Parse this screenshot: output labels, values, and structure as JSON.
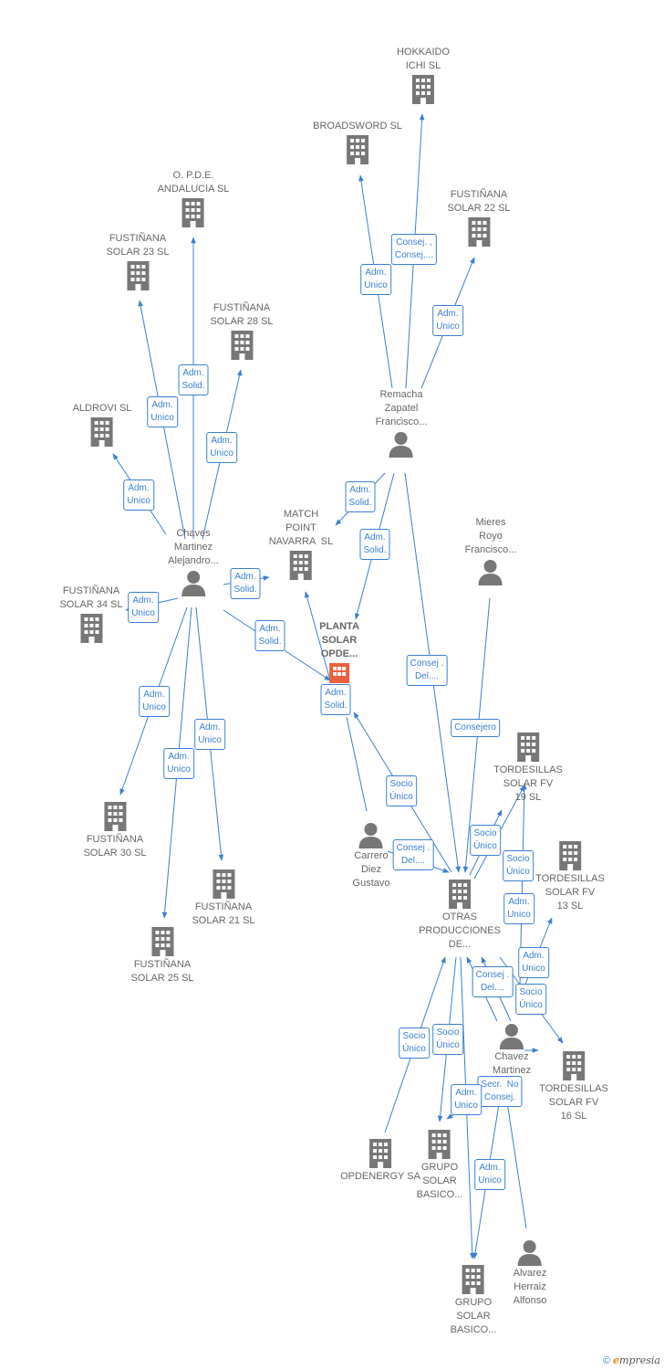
{
  "colors": {
    "edge": "#3b7fd0",
    "building": "#777777",
    "focus": "#e8603c",
    "person": "#777777",
    "text": "#666666"
  },
  "nodes": [
    {
      "id": "hokkaido",
      "label": "HOKKAIDO\nICHI SL",
      "type": "company"
    },
    {
      "id": "broadsword",
      "label": "BROADSWORD SL",
      "type": "company"
    },
    {
      "id": "fust22",
      "label": "FUSTIÑANA\nSOLAR 22 SL",
      "type": "company"
    },
    {
      "id": "opde",
      "label": "O. P.D.E.\nANDALUCIA SL",
      "type": "company"
    },
    {
      "id": "fust23",
      "label": "FUSTIÑANA\nSOLAR 23 SL",
      "type": "company"
    },
    {
      "id": "fust28",
      "label": "FUSTIÑANA\nSOLAR 28 SL",
      "type": "company"
    },
    {
      "id": "aldrovi",
      "label": "ALDROVI SL",
      "type": "company"
    },
    {
      "id": "remacha",
      "label": "Remacha\nZapatel\nFrancisco...",
      "type": "person"
    },
    {
      "id": "chaves",
      "label": "Chaves\nMartinez\nAlejandro...",
      "type": "person"
    },
    {
      "id": "match",
      "label": "MATCH\nPOINT\nNAVARRA  SL",
      "type": "company"
    },
    {
      "id": "mieres",
      "label": "Mieres\nRoyo\nFrancisco...",
      "type": "person"
    },
    {
      "id": "fust34",
      "label": "FUSTIÑANA\nSOLAR 34 SL",
      "type": "company"
    },
    {
      "id": "planta",
      "label": "PLANTA\nSOLAR\nOPDE...",
      "type": "focus"
    },
    {
      "id": "tord19",
      "label": "TORDESILLAS\nSOLAR FV\n19 SL",
      "type": "company"
    },
    {
      "id": "fust30",
      "label": "FUSTIÑANA\nSOLAR 30 SL",
      "type": "company"
    },
    {
      "id": "carrero",
      "label": "Carrero\nDiez\nGustavo",
      "type": "person"
    },
    {
      "id": "tord13",
      "label": "TORDESILLAS\nSOLAR FV\n13 SL",
      "type": "company"
    },
    {
      "id": "fust21",
      "label": "FUSTIÑANA\nSOLAR 21 SL",
      "type": "company"
    },
    {
      "id": "otras",
      "label": "OTRAS\nPRODUCCIONES\nDE...",
      "type": "company"
    },
    {
      "id": "fust25",
      "label": "FUSTIÑANA\nSOLAR 25 SL",
      "type": "company"
    },
    {
      "id": "chavezp",
      "label": "Chavez\nMartinez\np...",
      "type": "person"
    },
    {
      "id": "tord16",
      "label": "TORDESILLAS\nSOLAR FV\n16 SL",
      "type": "company"
    },
    {
      "id": "opdenergy",
      "label": "OPDENERGY SA",
      "type": "company"
    },
    {
      "id": "grupo1",
      "label": "GRUPO\nSOLAR\nBASICO...",
      "type": "company"
    },
    {
      "id": "alvarez",
      "label": "Alvarez\nHerraiz\nAlfonso",
      "type": "person"
    },
    {
      "id": "grupo2",
      "label": "GRUPO\nSOLAR\nBASICO...",
      "type": "company"
    }
  ],
  "relations": [
    {
      "id": "r1",
      "label": "Consej. ,\nConsej...."
    },
    {
      "id": "r2",
      "label": "Adm.\nUnico"
    },
    {
      "id": "r3",
      "label": "Adm.\nUnico"
    },
    {
      "id": "r4",
      "label": "Adm.\nSolid."
    },
    {
      "id": "r5",
      "label": "Adm.\nUnico"
    },
    {
      "id": "r6",
      "label": "Adm.\nUnico"
    },
    {
      "id": "r7",
      "label": "Adm.\nUnico"
    },
    {
      "id": "r8",
      "label": "Adm.\nSolid."
    },
    {
      "id": "r9",
      "label": "Adm.\nSolid."
    },
    {
      "id": "r10",
      "label": "Adm.\nSolid."
    },
    {
      "id": "r11",
      "label": "Adm.\nUnico"
    },
    {
      "id": "r12",
      "label": "Adm.\nSolid."
    },
    {
      "id": "r13",
      "label": "Consej .\nDel...."
    },
    {
      "id": "r14",
      "label": "Adm.\nSolid."
    },
    {
      "id": "r15",
      "label": "Adm.\nUnico"
    },
    {
      "id": "r16",
      "label": "Consejero"
    },
    {
      "id": "r17",
      "label": "Adm.\nUnico"
    },
    {
      "id": "r18",
      "label": "Adm.\nUnico"
    },
    {
      "id": "r19",
      "label": "Socio\nÚnico"
    },
    {
      "id": "r20",
      "label": "Socio\nÚnico"
    },
    {
      "id": "r21",
      "label": "Consej .\nDel...."
    },
    {
      "id": "r22",
      "label": "Socio\nÚnico"
    },
    {
      "id": "r23",
      "label": "Adm.\nUnico"
    },
    {
      "id": "r24",
      "label": "Adm.\nUnico"
    },
    {
      "id": "r25",
      "label": "Consej .\nDel...."
    },
    {
      "id": "r26",
      "label": "Socio\nÚnico"
    },
    {
      "id": "r27",
      "label": "Socio\nÚnico"
    },
    {
      "id": "r28",
      "label": "Socio\nÚnico"
    },
    {
      "id": "r29",
      "label": "Secr.  No\nConsej."
    },
    {
      "id": "r30",
      "label": "Adm.\nUnico"
    },
    {
      "id": "r31",
      "label": "Adm.\nUnico"
    }
  ],
  "footer": {
    "copyright": "©",
    "brand_initial": "e",
    "brand_rest": "mpresia"
  }
}
